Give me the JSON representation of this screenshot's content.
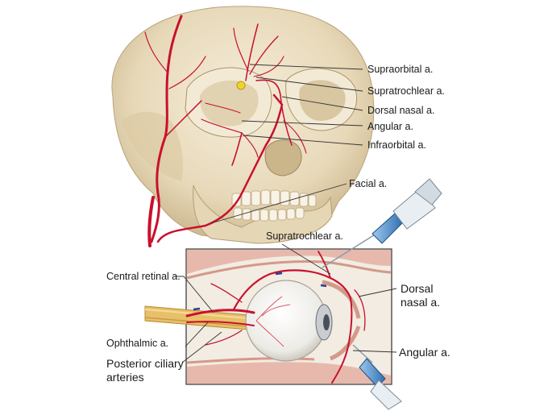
{
  "labels": {
    "supraorbital": "Supraorbital a.",
    "supratrochlear": "Supratrochlear a.",
    "dorsal_nasal": "Dorsal nasal a.",
    "angular": "Angular a.",
    "infraorbital": "Infraorbital a.",
    "facial": "Facial a.",
    "inset_supratrochlear": "Supratrochlear a.",
    "central_retinal": "Central retinal a.",
    "ophthalmic": "Ophthalmic a.",
    "posterior_ciliary_1": "Posterior ciliary",
    "posterior_ciliary_2": "arteries",
    "inset_dorsal_nasal_1": "Dorsal",
    "inset_dorsal_nasal_2": "nasal a.",
    "inset_angular": "Angular a."
  },
  "colors": {
    "artery": "#c8102e",
    "bone": "#e9dcc0",
    "leader": "#333333",
    "needle": "#3f7fc0"
  }
}
